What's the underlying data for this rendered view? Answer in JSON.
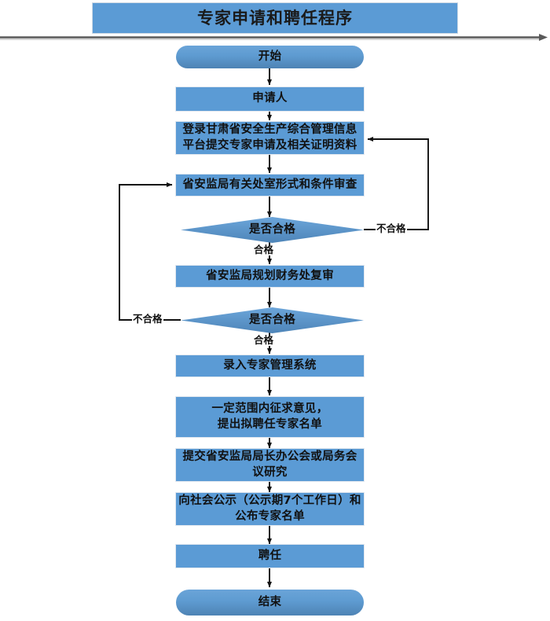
{
  "document": {
    "title": "专家申请和聘任程序",
    "type": "flowchart"
  },
  "chart_data": {
    "type": "diagram",
    "title": "专家申请和聘任程序",
    "nodes": [
      {
        "id": "start",
        "label": "开始",
        "shape": "stadium"
      },
      {
        "id": "applicant",
        "label": "申请人",
        "shape": "rect"
      },
      {
        "id": "submit",
        "label": "登录甘肃省安全生产综合管理信息\n平台提交专家申请及相关证明资料",
        "shape": "rect"
      },
      {
        "id": "review1",
        "label": "省安监局有关处室形式和条件审查",
        "shape": "rect"
      },
      {
        "id": "check1",
        "label": "是否合格",
        "shape": "diamond"
      },
      {
        "id": "review2",
        "label": "省安监局规划财务处复审",
        "shape": "rect"
      },
      {
        "id": "check2",
        "label": "是否合格",
        "shape": "diamond"
      },
      {
        "id": "entry",
        "label": "录入专家管理系统",
        "shape": "rect"
      },
      {
        "id": "opinion",
        "label": "一定范围内征求意见，\n提出拟聘任专家名单",
        "shape": "rect"
      },
      {
        "id": "meeting",
        "label": "提交省安监局局长办公会或局务会\n议研究",
        "shape": "rect"
      },
      {
        "id": "publicize",
        "label": "向社会公示（公示期7个工作日）和\n公布专家名单",
        "shape": "rect"
      },
      {
        "id": "appoint",
        "label": "聘任",
        "shape": "rect"
      },
      {
        "id": "end",
        "label": "结束",
        "shape": "stadium"
      }
    ],
    "edge_labels": {
      "check1_fail": "不合格",
      "check1_pass": "合格",
      "check2_fail": "不合格",
      "check2_pass": "合格"
    },
    "colors": {
      "node_fill": "#5B9BD5",
      "decision_fill": "#4E85B8",
      "connector": "#1a1a1a",
      "divider": "#595959",
      "text": "#111111",
      "background": "#FFFFFF"
    }
  }
}
